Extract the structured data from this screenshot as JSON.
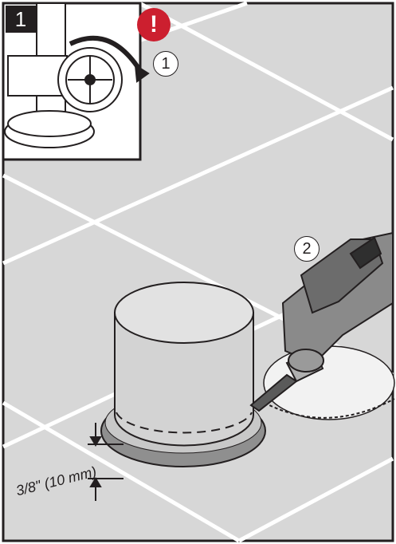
{
  "step": {
    "number": "1"
  },
  "warning": {
    "symbol": "!",
    "color": "#cc1f2f"
  },
  "callouts": {
    "first": "1",
    "second": "2"
  },
  "measurement": {
    "label": "3/8\" (10 mm)"
  },
  "colors": {
    "floor": "#d7d7d7",
    "grout": "#ffffff",
    "drum": "#d3d3d3",
    "outline": "#231f20",
    "tool_body": "#8a8a8a"
  },
  "icons": {
    "warning": "exclamation-icon",
    "valve": "shutoff-valve-icon",
    "tool": "oscillating-multitool-icon"
  }
}
